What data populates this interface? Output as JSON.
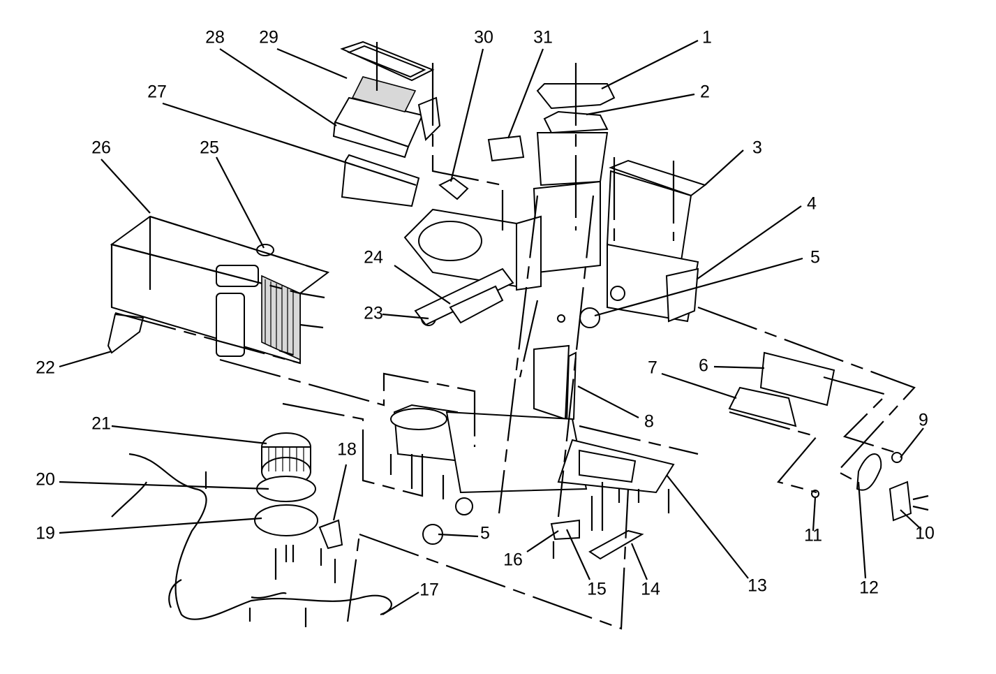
{
  "diagram": {
    "callouts": [
      {
        "id": "c1",
        "label": "1"
      },
      {
        "id": "c2",
        "label": "2"
      },
      {
        "id": "c3",
        "label": "3"
      },
      {
        "id": "c4",
        "label": "4"
      },
      {
        "id": "c5a",
        "label": "5"
      },
      {
        "id": "c6",
        "label": "6"
      },
      {
        "id": "c7",
        "label": "7"
      },
      {
        "id": "c8",
        "label": "8"
      },
      {
        "id": "c9",
        "label": "9"
      },
      {
        "id": "c10",
        "label": "10"
      },
      {
        "id": "c11",
        "label": "11"
      },
      {
        "id": "c12",
        "label": "12"
      },
      {
        "id": "c13",
        "label": "13"
      },
      {
        "id": "c14",
        "label": "14"
      },
      {
        "id": "c15",
        "label": "15"
      },
      {
        "id": "c16",
        "label": "16"
      },
      {
        "id": "c17",
        "label": "17"
      },
      {
        "id": "c18",
        "label": "18"
      },
      {
        "id": "c19",
        "label": "19"
      },
      {
        "id": "c20",
        "label": "20"
      },
      {
        "id": "c21",
        "label": "21"
      },
      {
        "id": "c22",
        "label": "22"
      },
      {
        "id": "c23",
        "label": "23"
      },
      {
        "id": "c24",
        "label": "24"
      },
      {
        "id": "c25",
        "label": "25"
      },
      {
        "id": "c26",
        "label": "26"
      },
      {
        "id": "c27",
        "label": "27"
      },
      {
        "id": "c28",
        "label": "28"
      },
      {
        "id": "c29",
        "label": "29"
      },
      {
        "id": "c30",
        "label": "30"
      },
      {
        "id": "c31",
        "label": "31"
      },
      {
        "id": "c5b",
        "label": "5"
      }
    ]
  }
}
